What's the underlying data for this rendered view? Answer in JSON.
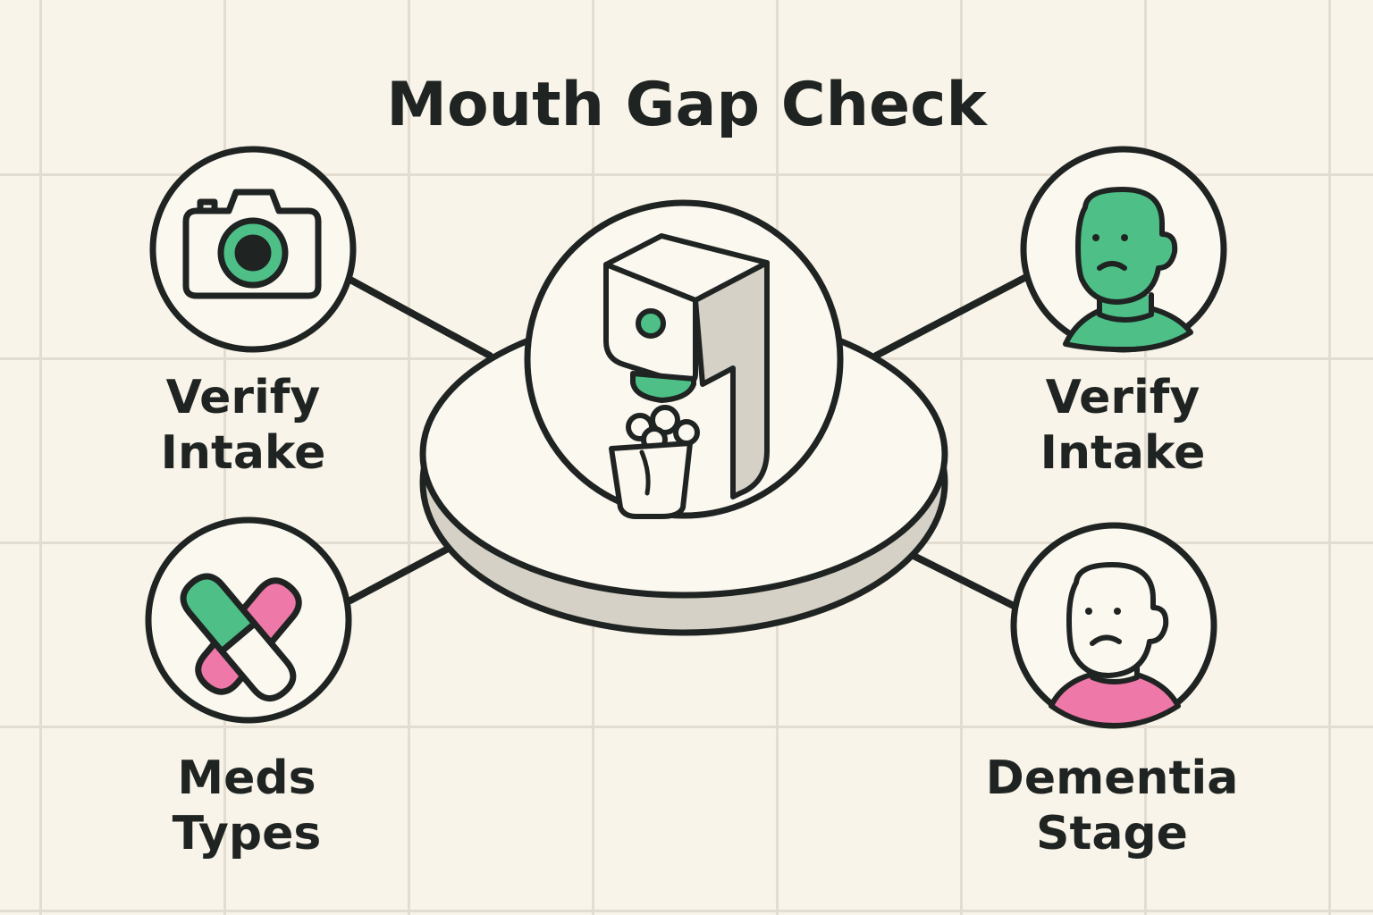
{
  "title": "Mouth Gap Check",
  "nodes": [
    {
      "id": "verify-intake-camera",
      "label_lines": [
        "Verify",
        "Intake"
      ],
      "icon": "camera-icon"
    },
    {
      "id": "verify-intake-person",
      "label_lines": [
        "Verify",
        "Intake"
      ],
      "icon": "sad-person-icon"
    },
    {
      "id": "meds-types",
      "label_lines": [
        "Meds",
        "Types"
      ],
      "icon": "capsules-icon"
    },
    {
      "id": "dementia-stage",
      "label_lines": [
        "Dementia",
        "Stage"
      ],
      "icon": "sad-person-icon"
    }
  ],
  "center": {
    "icon": "pill-dispenser-icon"
  },
  "colors": {
    "background": "#f8f4e9",
    "grid": "#e2ddd0",
    "stroke": "#1f2422",
    "green": "#4dbf87",
    "pink": "#ee78a8",
    "grey": "#d5d1c6",
    "white": "#fbf8f0"
  }
}
